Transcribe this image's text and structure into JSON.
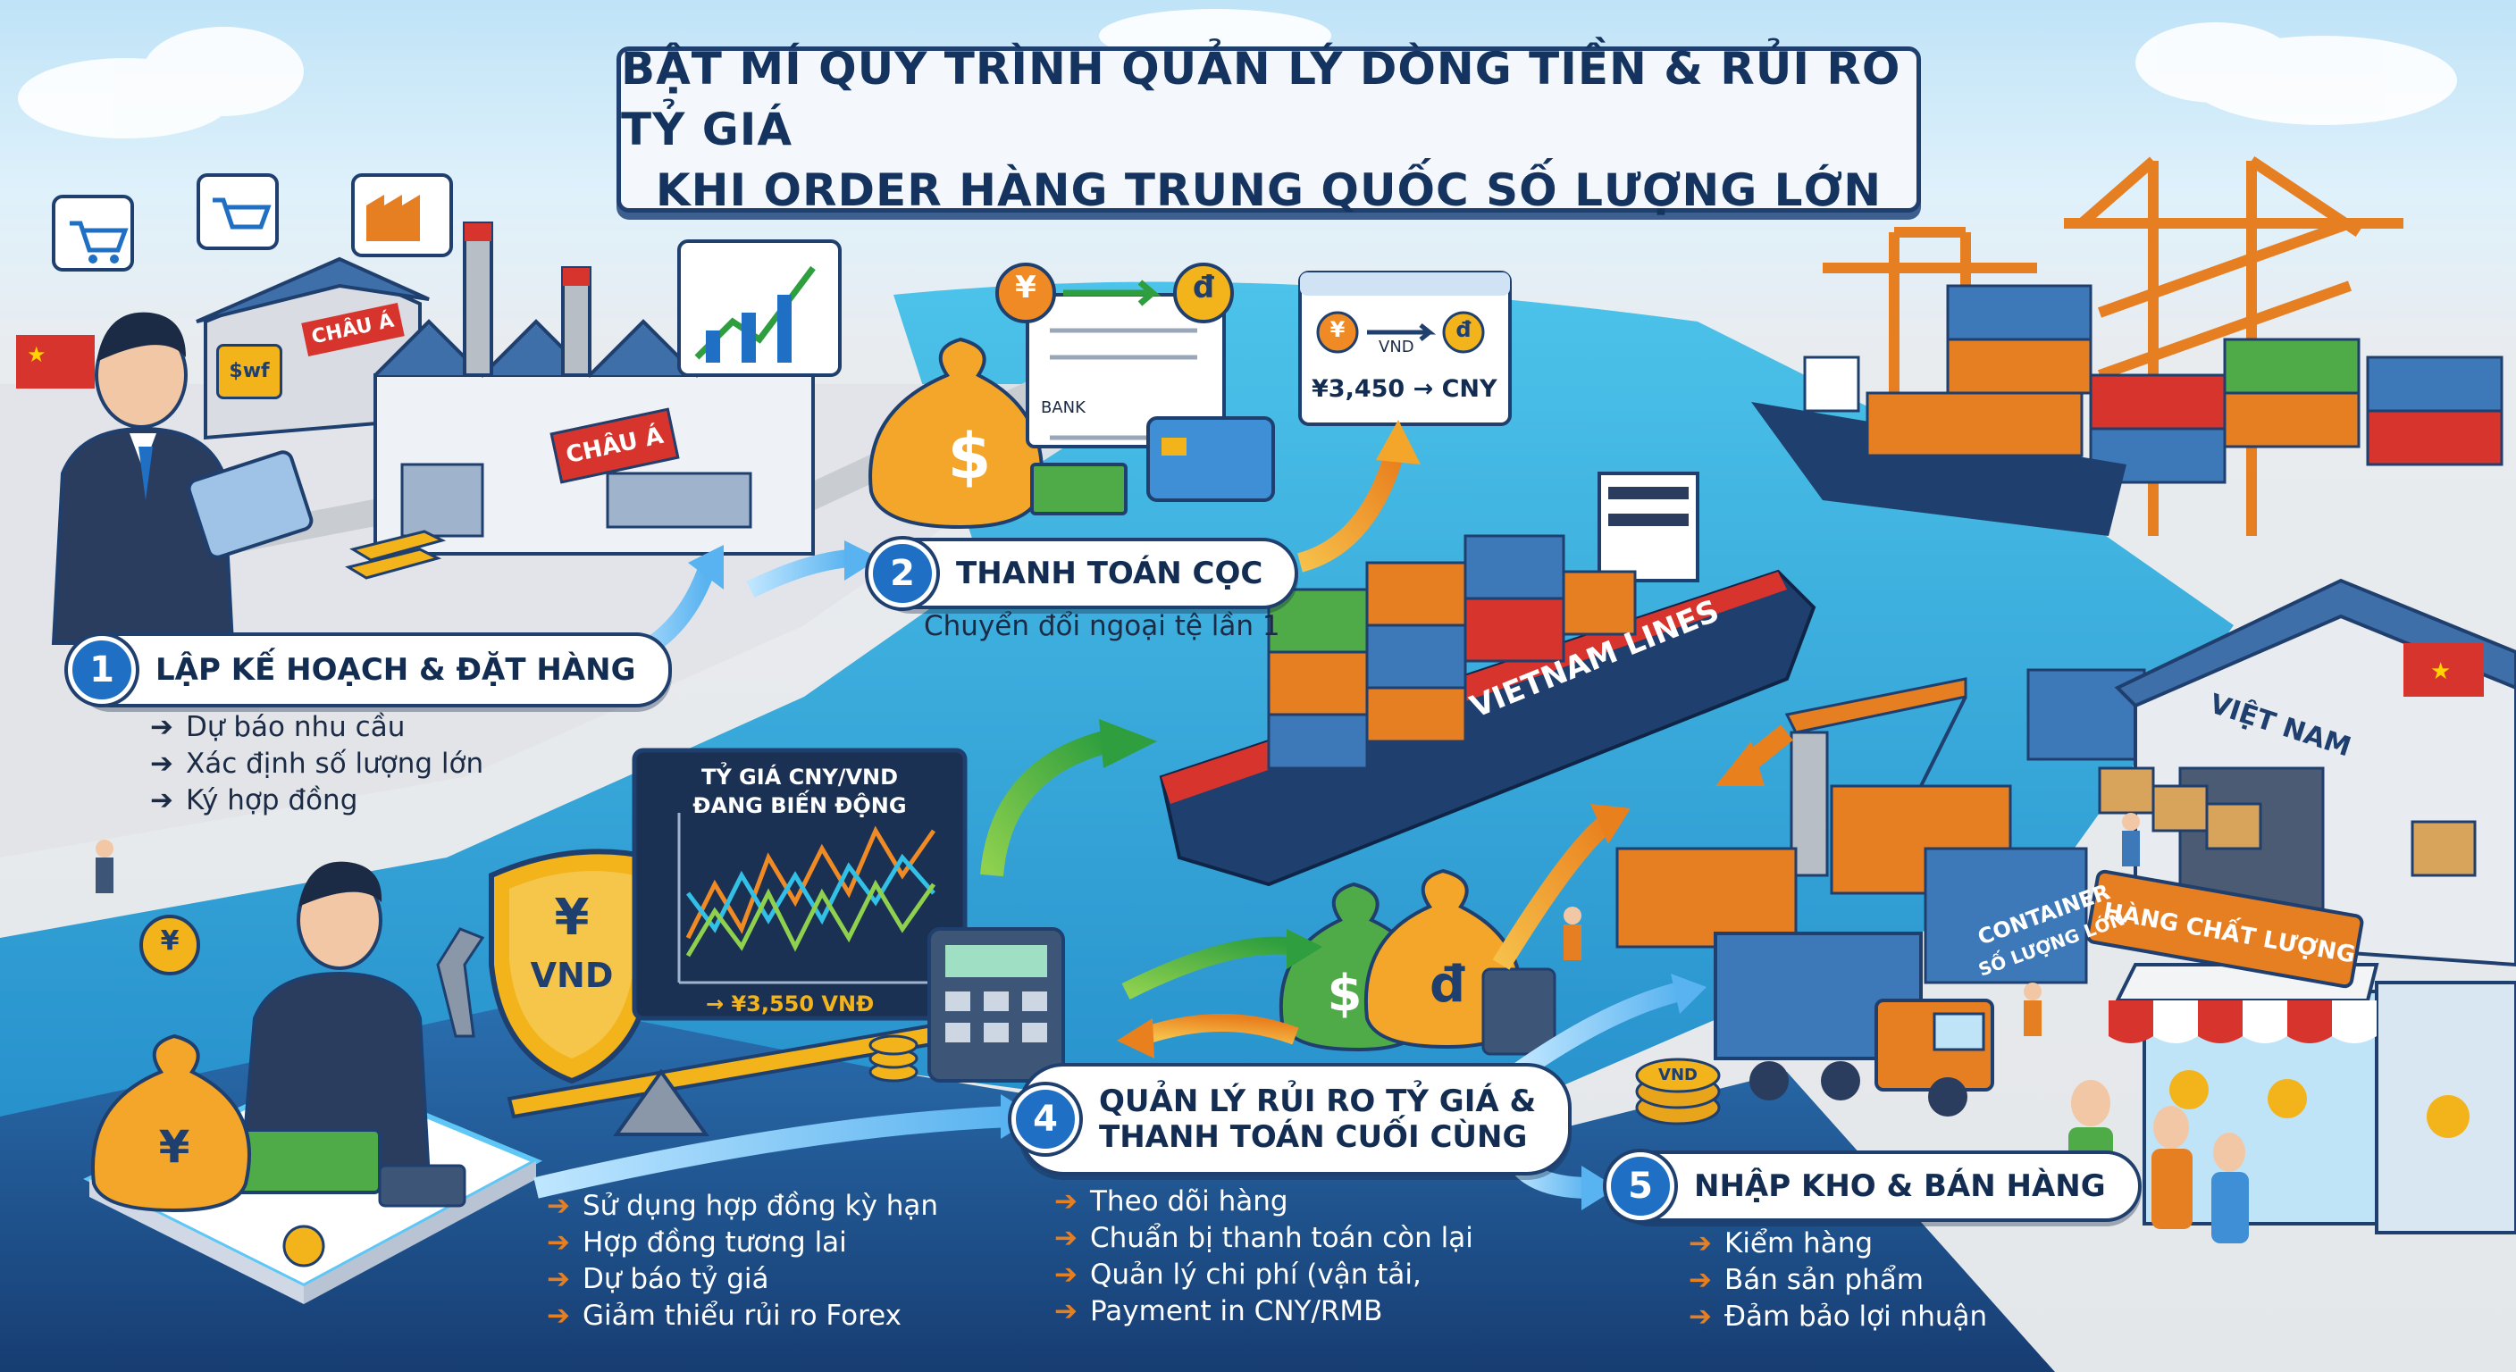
{
  "title": {
    "line1": "BẬT MÍ QUY TRÌNH QUẢN LÝ DÒNG TIỀN & RỦI RO TỶ GIÁ",
    "line2": "KHI ORDER HÀNG TRUNG QUỐC SỐ LƯỢNG LỚN"
  },
  "steps": {
    "s1": {
      "number": "1",
      "title": "LẬP KẾ HOẠCH & ĐẶT HÀNG",
      "bullets": [
        "Dự báo nhu cầu",
        "Xác định số lượng lớn",
        "Ký hợp đồng"
      ]
    },
    "s2": {
      "number": "2",
      "title": "THANH TOÁN CỌC",
      "subtitle": "Chuyển đổi ngoại tệ lần 1"
    },
    "s3": {
      "bullets": [
        "Sử dụng hợp đồng kỳ hạn",
        "Hợp đồng tương lai",
        "Dự báo tỷ giá",
        "Giảm thiểu rủi ro Forex"
      ]
    },
    "s4": {
      "number": "4",
      "title_line1": "QUẢN LÝ RỦI RO TỶ GIÁ &",
      "title_line2": "THANH TOÁN CUỐI CÙNG",
      "bullets": [
        "Theo dõi hàng",
        "Chuẩn bị thanh toán còn lại",
        "Quản lý chi phí (vận tải,",
        "Payment in CNY/RMB"
      ]
    },
    "s5": {
      "number": "5",
      "title": "NHẬP KHO & BÁN HÀNG",
      "bullets": [
        "Kiểm hàng",
        "Bán sản phẩm",
        "Đảm bảo lợi nhuận"
      ]
    }
  },
  "arrow_glyph": "➔",
  "labels": {
    "factory_sign_1": "CHÂU Á",
    "factory_sign_2": "CHÂU Á",
    "sign_money": "$wf",
    "bank": "BANK",
    "yen_symbol": "¥",
    "dong_symbol": "đ",
    "dollar_symbol": "$",
    "rate_card_vnd": "VND",
    "rate_card_rate": "¥3,450 → CNY",
    "chart_title_1": "TỶ GIÁ CNY/VND",
    "chart_title_2": "ĐANG BIẾN ĐỘNG",
    "chart_rate": "→ ¥3,550 VNĐ",
    "shield_currency": "VND",
    "ship_name": "VIETNAM LINES",
    "container_line1": "CONTAINER",
    "container_line2": "SỐ LƯỢNG LỚN",
    "warehouse_sign": "VIỆT NAM",
    "shop_sign": "HÀNG CHẤT LƯỢNG",
    "coin_vnd": "VND"
  },
  "colors": {
    "navy": "#1f3f6e",
    "badge_blue": "#1f6fc4",
    "sea": "#2aa6d9",
    "accent_orange": "#e67e22",
    "sign_red": "#d6342c",
    "gold": "#f2b31b"
  }
}
